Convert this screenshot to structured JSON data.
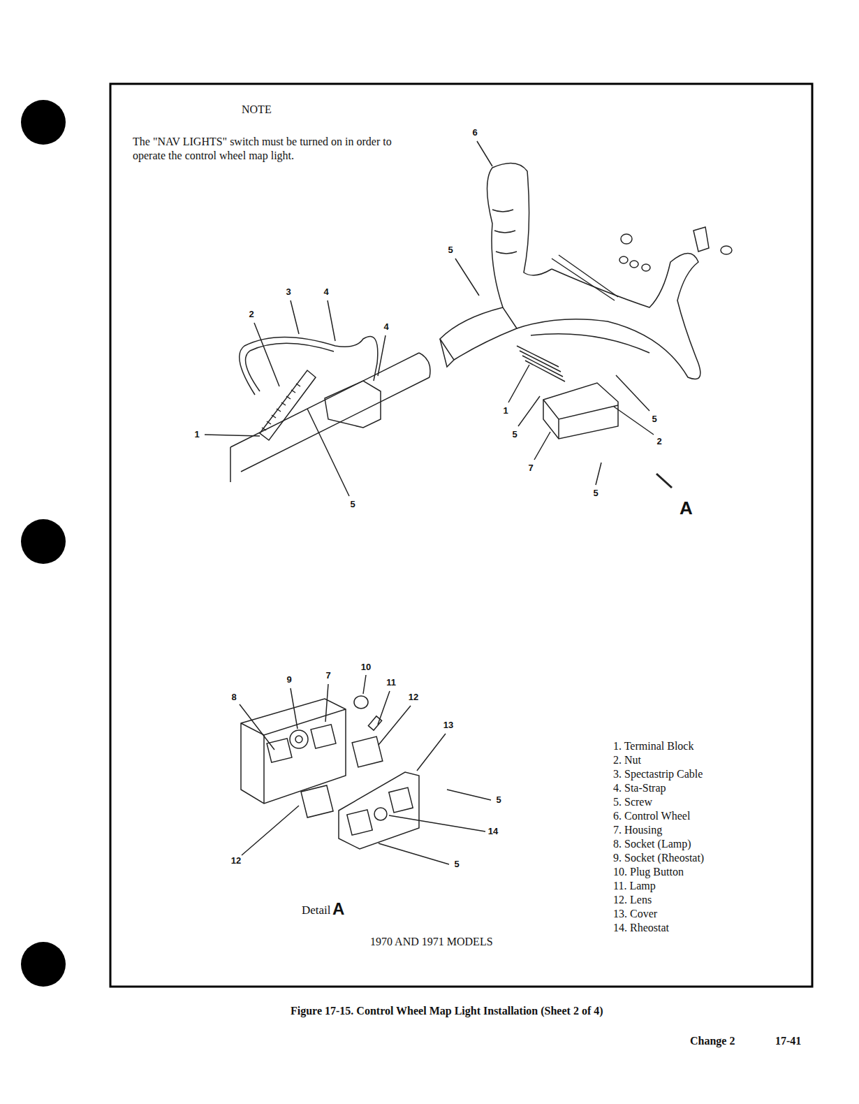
{
  "diagram": {
    "caption": "Figure 17-15.  Control Wheel Map Light Installation (Sheet 2 of 4)",
    "labels": [
      "NOTE",
      "The \"NAV LIGHTS\" switch must be turned on in order to operate the control wheel map light.",
      "6",
      "5",
      "3",
      "4",
      "2",
      "4",
      "1",
      "1",
      "5",
      "5",
      "2",
      "7",
      "5",
      "5",
      "A",
      "10",
      "9",
      "7",
      "11",
      "8",
      "12",
      "13",
      "5",
      "14",
      "12",
      "5",
      "1. Terminal Block",
      "2. Nut",
      "3. Spectastrip Cable",
      "4. Sta-Strap",
      "5. Screw",
      "6. Control Wheel",
      "7. Housing",
      "8. Socket (Lamp)",
      "9. Socket (Rheostat)",
      "10. Plug Button",
      "11. Lamp",
      "12. Lens",
      "13. Cover",
      "14. Rheostat",
      "Detail",
      "A",
      "1970 AND 1971 MODELS",
      "Change 2",
      "17-41"
    ]
  }
}
